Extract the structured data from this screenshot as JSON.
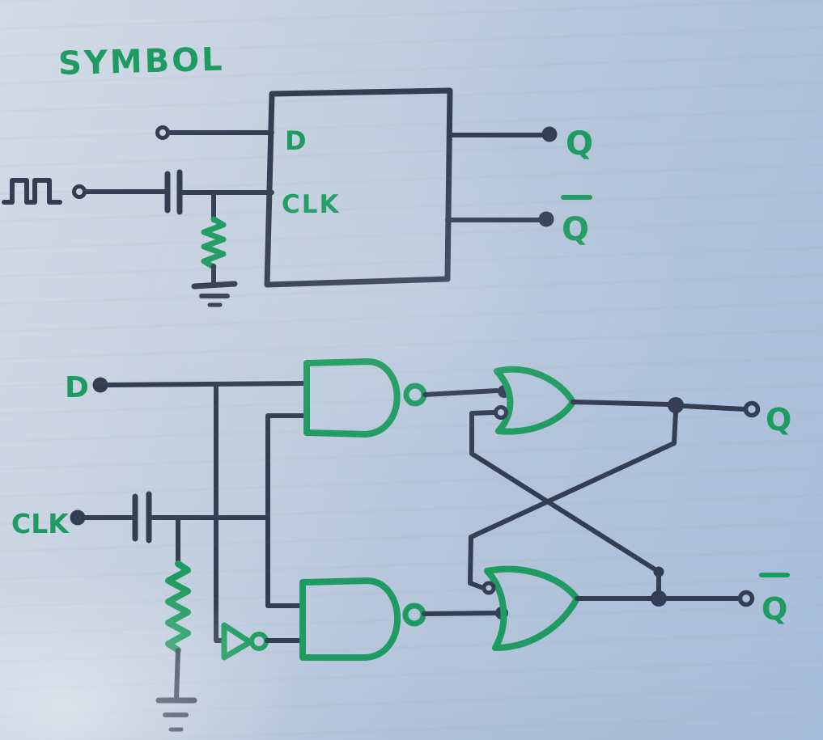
{
  "colors": {
    "paper": "#b9c7db",
    "ink": "#333e52",
    "green": "#1e9b60"
  },
  "heading": {
    "title": "SYMBOL"
  },
  "symbol_circuit": {
    "block_input_d": "D",
    "block_input_clk": "CLK",
    "output_q": "Q",
    "output_qbar": "Q",
    "output_qbar_has_overline": true,
    "icons": [
      "clock-pulse-icon",
      "input-terminal",
      "coupling-capacitor",
      "pulldown-resistor",
      "ground-symbol",
      "flip-flop-block",
      "output-node-dot"
    ]
  },
  "gate_circuit": {
    "input_d": "D",
    "input_clk": "CLK",
    "output_q": "Q",
    "output_qbar": "Q",
    "output_qbar_has_overline": true,
    "icons": [
      "input-node-dot",
      "coupling-capacitor",
      "pulldown-resistor",
      "ground-symbol",
      "inverter",
      "nand-gate",
      "nand-gate",
      "or-gate-latch",
      "or-gate-latch",
      "output-terminal"
    ]
  }
}
